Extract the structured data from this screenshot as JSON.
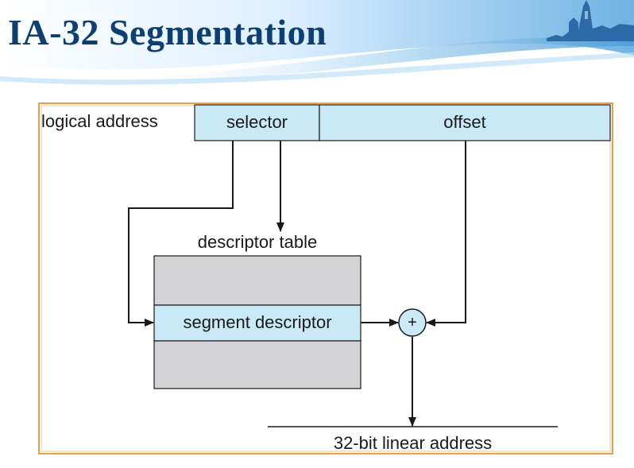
{
  "slide": {
    "title": "IA-32 Segmentation"
  },
  "diagram": {
    "logical_address_label": "logical address",
    "selector_label": "selector",
    "offset_label": "offset",
    "descriptor_table_label": "descriptor table",
    "segment_descriptor_label": "segment descriptor",
    "adder_symbol": "+",
    "linear_address_label": "32-bit linear address"
  },
  "colors": {
    "title": "#0e3f73",
    "frame_border": "#e0a050",
    "field_fill": "#c9e9f6",
    "table_fill": "#d4d4d6",
    "line": "#1a1a1a",
    "header_gradient_start": "#ffffff",
    "header_gradient_end": "#6fb3e3",
    "church_icon": "#2e6aa8"
  }
}
